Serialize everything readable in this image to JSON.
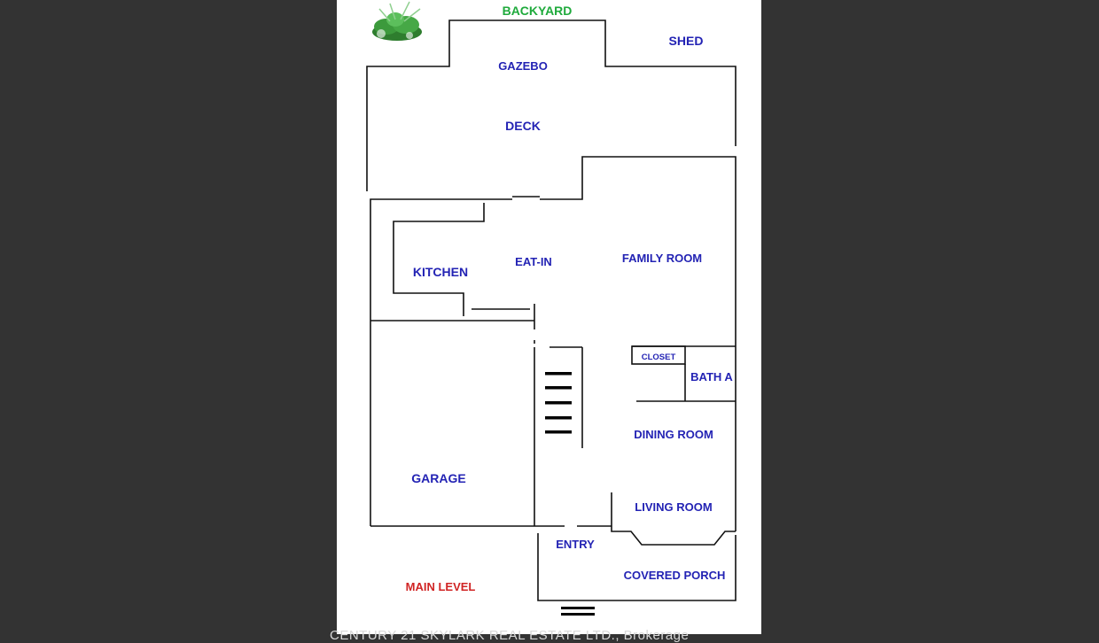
{
  "colors": {
    "room_label": "#2323b4",
    "backyard_label": "#1faa3c",
    "level_label": "#d02424",
    "sheet": "#ffffff",
    "backdrop": "#333333"
  },
  "labels": {
    "backyard": "BACKYARD",
    "shed": "SHED",
    "gazebo": "GAZEBO",
    "deck": "DECK",
    "kitchen": "KITCHEN",
    "eat_in": "EAT-IN",
    "family_room": "FAMILY ROOM",
    "closet": "CLOSET",
    "bath": "BATH A",
    "dining_room": "DINING ROOM",
    "garage": "GARAGE",
    "living_room": "LIVING ROOM",
    "entry": "ENTRY",
    "covered_porch": "COVERED PORCH",
    "main_level": "MAIN LEVEL"
  },
  "icons": {
    "plant": "plant-icon",
    "stairs": "stairs-icon",
    "entry_step": "entry-step-icon"
  },
  "footer_text": "CENTURY 21 SKYLARK REAL ESTATE LTD., Brokerage"
}
